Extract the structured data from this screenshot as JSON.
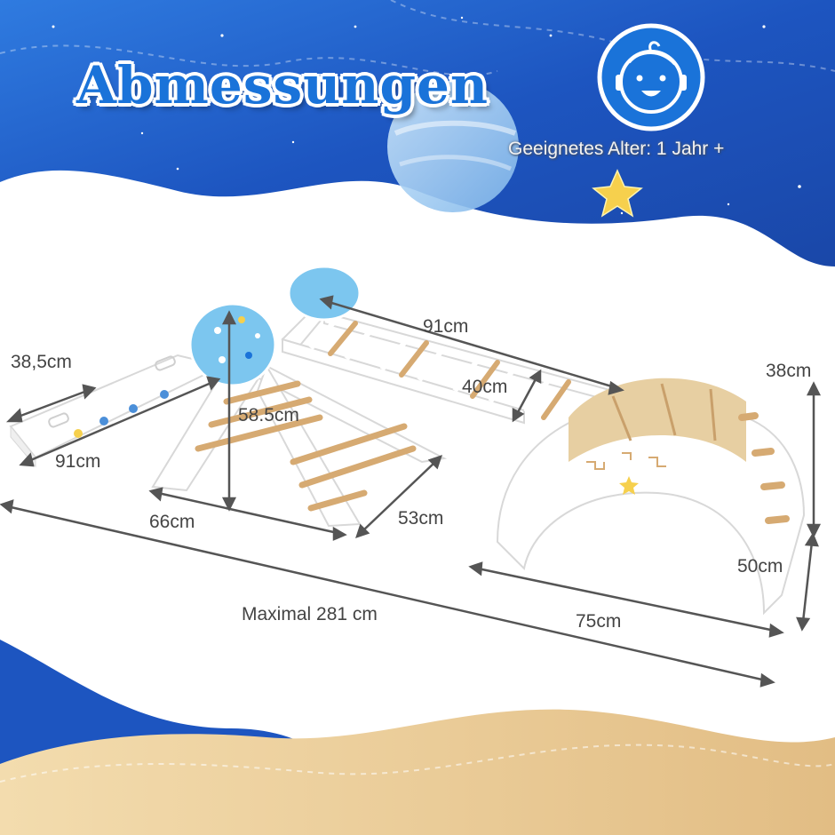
{
  "header": {
    "title": "Abmessungen",
    "age_label": "Geeignetes Alter: 1 Jahr +",
    "icon": "baby-face-icon"
  },
  "colors": {
    "sky_blue": "#1f63c9",
    "accent_blue": "#1a73d9",
    "sand": "#e9c892",
    "wood": "#d9b07a",
    "arrow": "#555555",
    "star": "#f6d04d"
  },
  "dimensions": {
    "ramp_width": "38,5cm",
    "ramp_length": "91cm",
    "ladder_length": "91cm",
    "ladder_width": "40cm",
    "triangle_height": "58.5cm",
    "triangle_base": "66cm",
    "triangle_depth": "53cm",
    "arch_height": "38cm",
    "arch_width": "50cm",
    "arch_length": "75cm",
    "max_length": "Maximal 281 cm"
  }
}
